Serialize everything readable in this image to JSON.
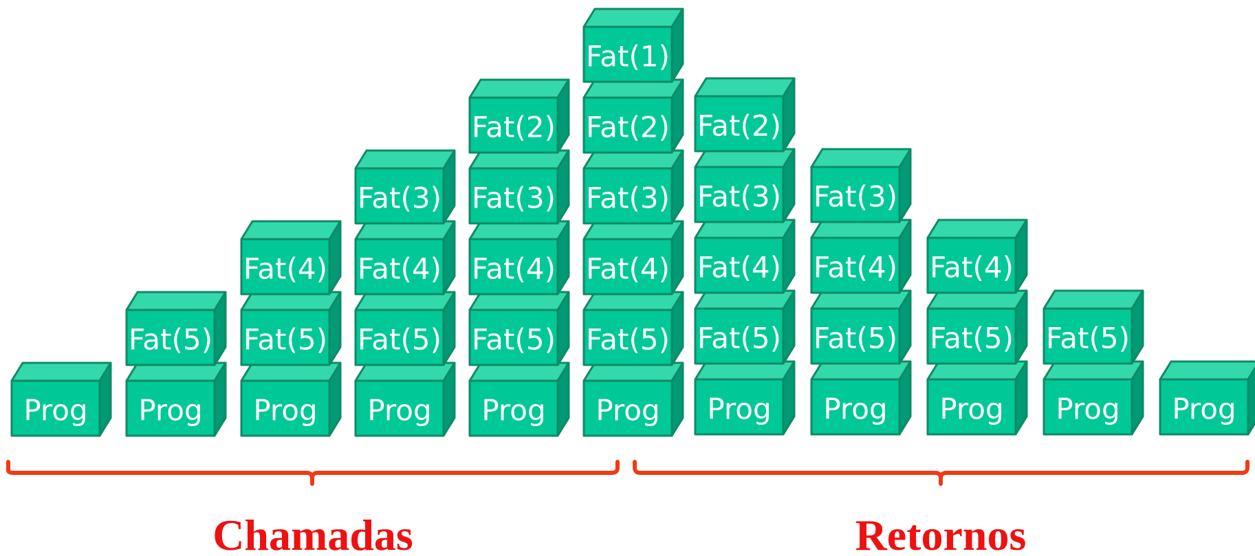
{
  "stacks": [
    [
      "Prog"
    ],
    [
      "Prog",
      "Fat(5)"
    ],
    [
      "Prog",
      "Fat(5)",
      "Fat(4)"
    ],
    [
      "Prog",
      "Fat(5)",
      "Fat(4)",
      "Fat(3)"
    ],
    [
      "Prog",
      "Fat(5)",
      "Fat(4)",
      "Fat(3)",
      "Fat(2)"
    ],
    [
      "Prog",
      "Fat(5)",
      "Fat(4)",
      "Fat(3)",
      "Fat(2)",
      "Fat(1)"
    ],
    [
      "Prog",
      "Fat(5)",
      "Fat(4)",
      "Fat(3)",
      "Fat(2)"
    ],
    [
      "Prog",
      "Fat(5)",
      "Fat(4)",
      "Fat(3)"
    ],
    [
      "Prog",
      "Fat(5)",
      "Fat(4)"
    ],
    [
      "Prog",
      "Fat(5)"
    ],
    [
      "Prog"
    ]
  ],
  "groups": {
    "calls_label": "Chamadas",
    "returns_label": "Retornos"
  },
  "colors": {
    "box_front": "#00c896",
    "box_top": "#33d9aa",
    "box_side": "#009a74",
    "box_edge": "#0f8a66",
    "brace": "#f03a14",
    "group_text": "#ee1111"
  }
}
